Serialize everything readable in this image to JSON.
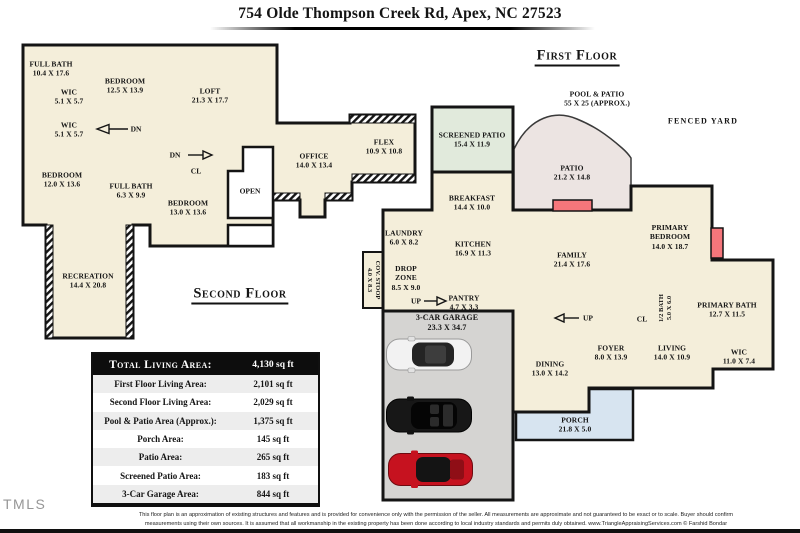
{
  "title": "754 Olde Thompson Creek Rd, Apex, NC 27523",
  "second_floor": {
    "heading": "Second Floor",
    "open_label": "OPEN",
    "cl_label": "CL",
    "dn_label": "DN",
    "rooms": [
      {
        "name": "FULL BATH",
        "dims": "10.4 X 17.6"
      },
      {
        "name": "BEDROOM",
        "dims": "12.5 X 13.9"
      },
      {
        "name": "LOFT",
        "dims": "21.3 X 17.7"
      },
      {
        "name": "WIC",
        "dims": "5.1 X 5.7"
      },
      {
        "name": "WIC",
        "dims": "5.1 X 5.7"
      },
      {
        "name": "BEDROOM",
        "dims": "12.0 X 13.6"
      },
      {
        "name": "FULL BATH",
        "dims": "6.3 X 9.9"
      },
      {
        "name": "BEDROOM",
        "dims": "13.0 X 13.6"
      },
      {
        "name": "OFFICE",
        "dims": "14.0 X 13.4"
      },
      {
        "name": "FLEX",
        "dims": "10.9 X 10.8"
      },
      {
        "name": "RECREATION",
        "dims": "14.4 X 20.8"
      }
    ]
  },
  "first_floor": {
    "heading": "First Floor",
    "fenced_yard": "FENCED YARD",
    "pool_patio": {
      "name": "POOL & PATIO",
      "dims": "55 X 25 (APPROX.)"
    },
    "cl_label": "CL",
    "up_label": "UP",
    "rooms": [
      {
        "name": "SCREENED PATIO",
        "dims": "15.4 X 11.9"
      },
      {
        "name": "PATIO",
        "dims": "21.2 X 14.8"
      },
      {
        "name": "BREAKFAST",
        "dims": "14.4 X 10.0"
      },
      {
        "name": "LAUNDRY",
        "dims": "6.0 X 8.2"
      },
      {
        "name": "KITCHEN",
        "dims": "16.9 X 11.3"
      },
      {
        "name": "FAMILY",
        "dims": "21.4 X 17.6"
      },
      {
        "name": "PRIMARY BEDROOM",
        "dims": "14.0 X 18.7"
      },
      {
        "name": "DROP ZONE",
        "dims": "8.5 X 9.0"
      },
      {
        "name": "PANTRY",
        "dims": "4.7 X 3.3"
      },
      {
        "name": "3-CAR GARAGE",
        "dims": "23.3 X 34.7"
      },
      {
        "name": "PRIMARY BATH",
        "dims": "12.7 X 11.5"
      },
      {
        "name": "FOYER",
        "dims": "8.0 X 13.9"
      },
      {
        "name": "LIVING",
        "dims": "14.0 X 10.9"
      },
      {
        "name": "WIC",
        "dims": "11.0 X 7.4"
      },
      {
        "name": "DINING",
        "dims": "13.0 X 14.2"
      },
      {
        "name": "PORCH",
        "dims": "21.8 X 5.0"
      }
    ],
    "vertical_labels": [
      {
        "name": "COV. STOOP",
        "dims": "4.0 X 8.3"
      },
      {
        "name": "1/2 BATH",
        "dims": "5.0 X 6.0"
      }
    ]
  },
  "area_table": {
    "header": {
      "label": "Total Living Area:",
      "value": "4,130 sq ft"
    },
    "rows": [
      {
        "label": "First Floor Living Area:",
        "value": "2,101 sq ft"
      },
      {
        "label": "Second Floor Living Area:",
        "value": "2,029 sq ft"
      },
      {
        "label": "Pool & Patio Area (Approx.):",
        "value": "1,375 sq ft"
      },
      {
        "label": "Porch Area:",
        "value": "145 sq ft"
      },
      {
        "label": "Patio Area:",
        "value": "265 sq ft"
      },
      {
        "label": "Screened Patio Area:",
        "value": "183 sq ft"
      },
      {
        "label": "3-Car Garage Area:",
        "value": "844 sq ft"
      }
    ]
  },
  "footer": {
    "logo": "TMLS",
    "disclaimer_line1": "This floor plan is an approximation of existing structures and features and is provided for convenience only with the permission of the seller.  All measurements are approximate and not guaranteed to be exact or to scale.  Buyer should confirm",
    "disclaimer_line2": "measurements using their own sources.  It is assumed that all workmanship in the existing property has been done according to local industry standards and permits duly obtained.      www.TriangleAppraisingServices.com      © Farshid Bondar"
  },
  "colors": {
    "floor_beige": "#f4eeda",
    "screened_patio_green": "#e1eadc",
    "patio_pink": "#ece4e2",
    "porch_blue": "#d7e4f0",
    "garage_gray": "#d5d4d2",
    "accent_red": "#f5767b",
    "wall_black": "#141414"
  }
}
